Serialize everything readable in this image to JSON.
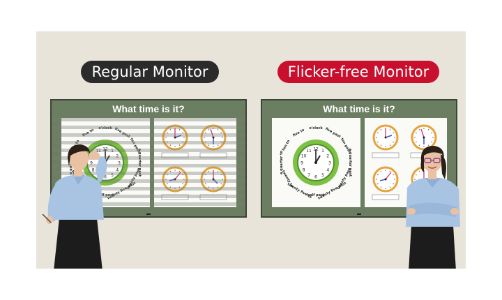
{
  "labels": {
    "regular": "Regular Monitor",
    "flicker_free": "Flicker-free Monitor"
  },
  "screen": {
    "title": "What time is it?",
    "clock_labels": [
      "o'clock",
      "five past",
      "ten past",
      "a quarter past",
      "twenty past",
      "twenty five past",
      "half past",
      "twenty five to",
      "twenty to",
      "a quarter to",
      "ten to",
      "five to"
    ]
  },
  "colors": {
    "regular_pill": "#2b2b2b",
    "flicker_free_pill": "#c8102e",
    "monitor_frame": "#6b7e62",
    "stage_background": "#e8e4da"
  },
  "icons": {
    "big_clock": "clock-icon",
    "small_clock": "clock-icon"
  }
}
